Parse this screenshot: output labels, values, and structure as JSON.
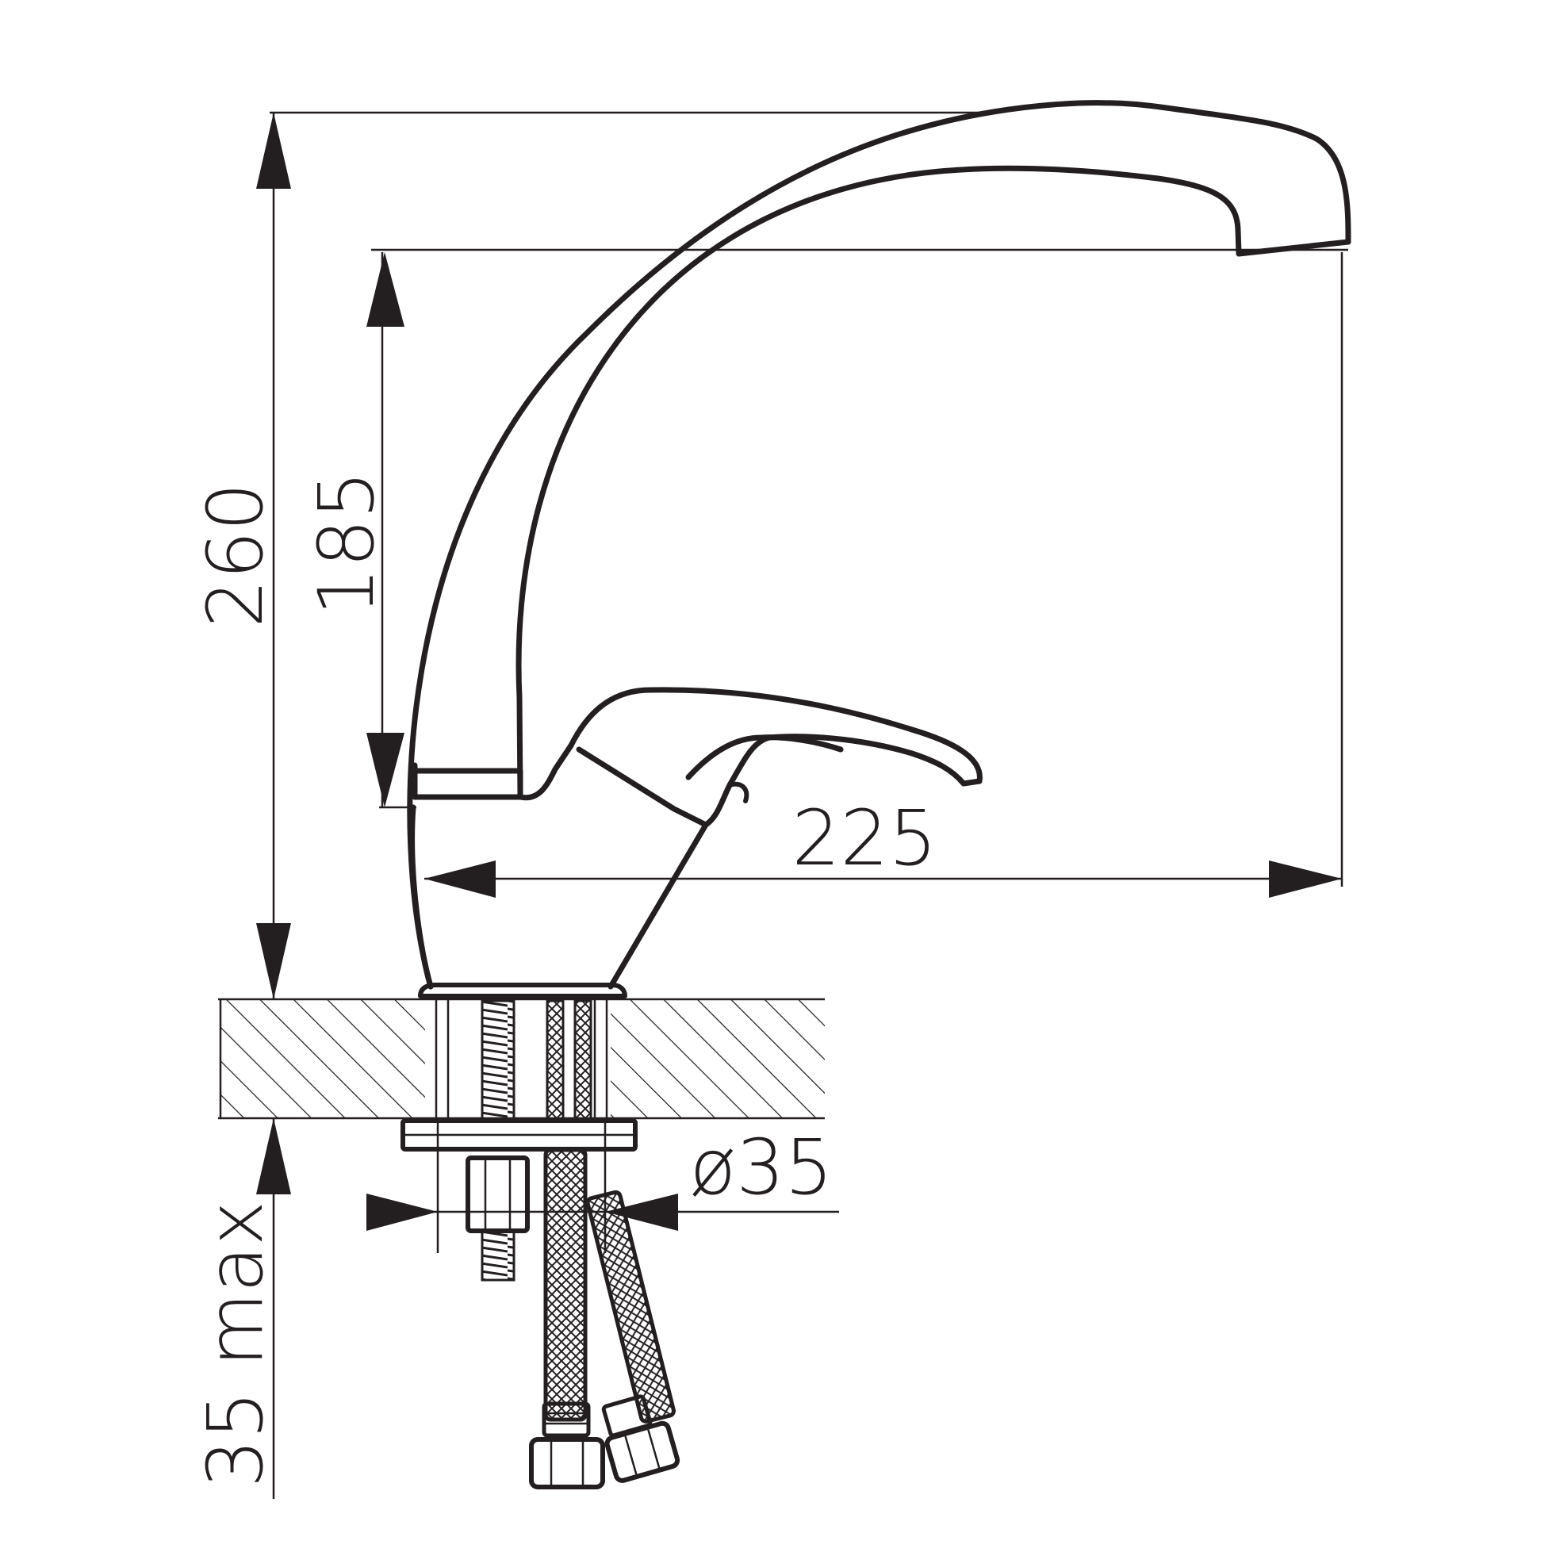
{
  "drawing": {
    "dimensions": {
      "total_height": "260",
      "spout_height": "185",
      "spout_reach": "225",
      "base_diameter": "ø35",
      "countertop_thickness": "35 max"
    },
    "colors": {
      "ink": "#231f20",
      "background": "#ffffff"
    }
  }
}
